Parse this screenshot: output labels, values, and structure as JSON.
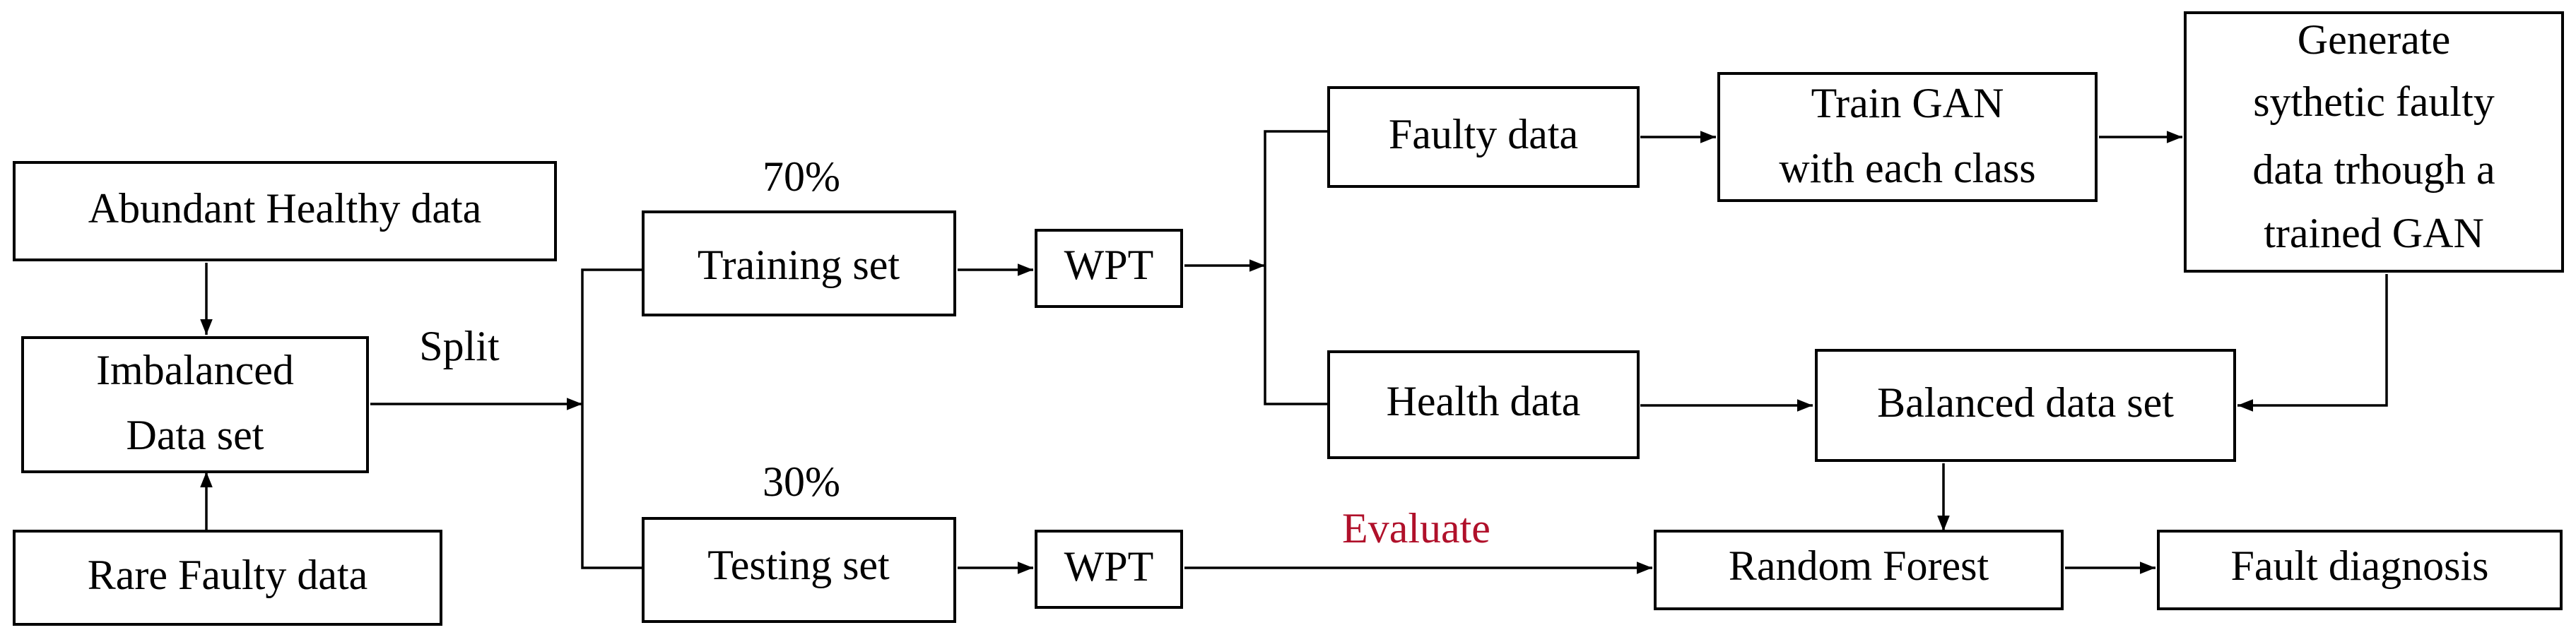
{
  "nodes": {
    "healthy": "Abundant Healthy data",
    "imbalanced": [
      "Imbalanced",
      "Data set"
    ],
    "rare": "Rare Faulty data",
    "training": "Training set",
    "testing": "Testing set",
    "wpt_train": "WPT",
    "wpt_test": "WPT",
    "faulty": "Faulty data",
    "health": "Health data",
    "train_gan": [
      "Train GAN",
      "with each class"
    ],
    "generate": [
      "Generate",
      "sythetic faulty",
      "data trhough a",
      "trained GAN"
    ],
    "balanced": "Balanced data set",
    "rf": "Random Forest",
    "diagnosis": "Fault diagnosis"
  },
  "labels": {
    "split": "Split",
    "train_pct": "70%",
    "test_pct": "30%",
    "evaluate": "Evaluate"
  },
  "colors": {
    "evaluate": "#b0102a"
  }
}
